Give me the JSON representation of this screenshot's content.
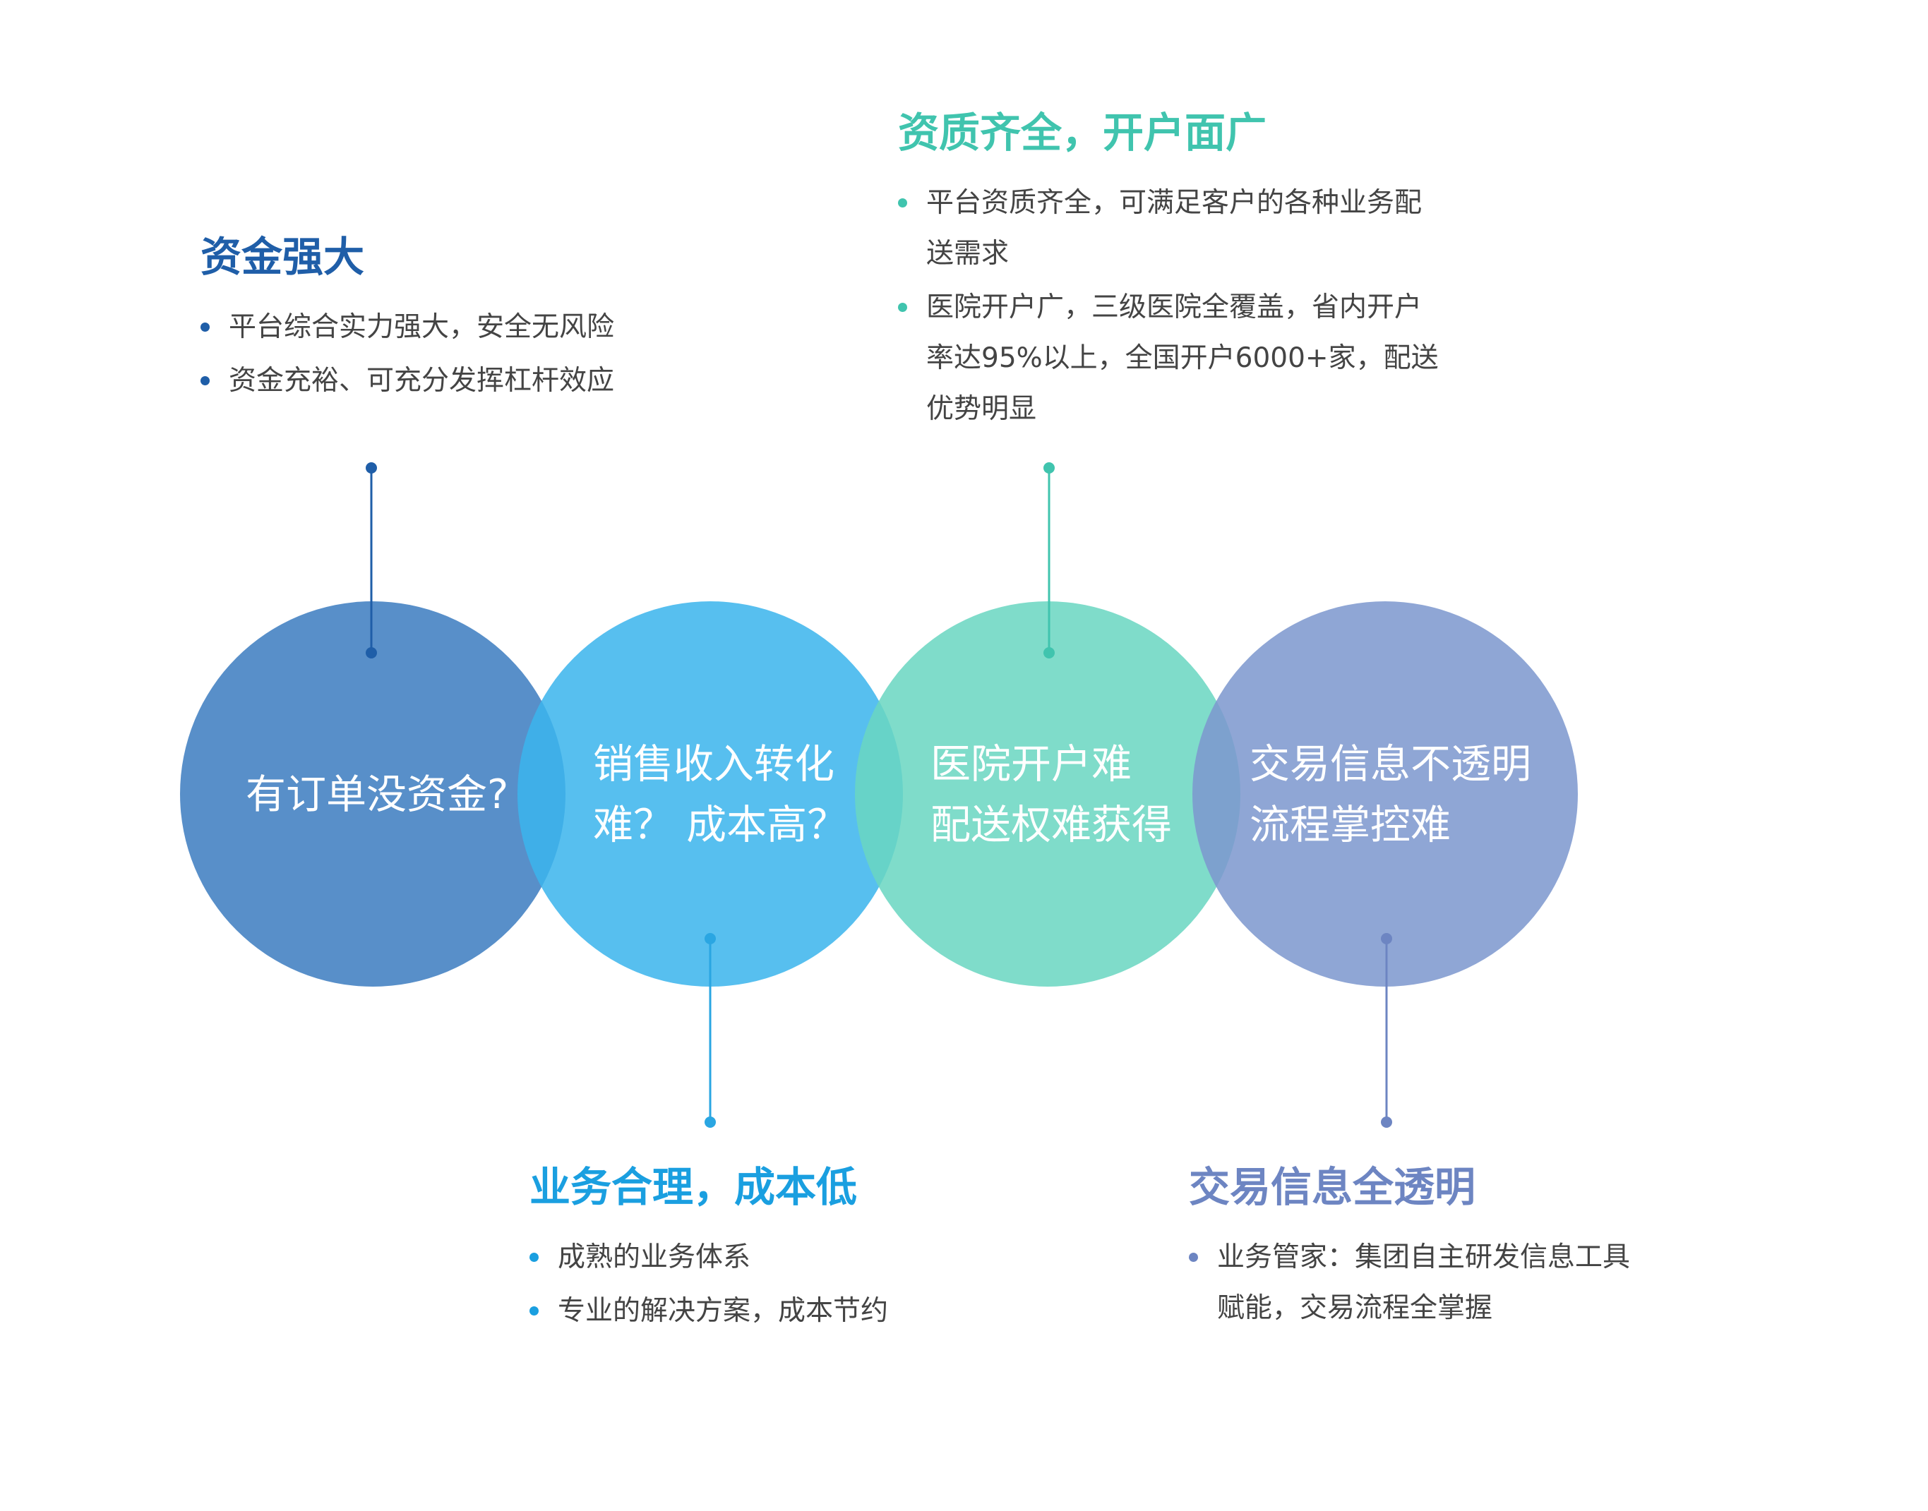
{
  "colors": {
    "dark_blue": "#1f5ea8",
    "sky_blue": "#2aa6e2",
    "teal": "#40c4ae",
    "slate_blue": "#6d85c2"
  },
  "circles": [
    {
      "lines": [
        "有订单没资金?"
      ],
      "color": "#3c7dc0"
    },
    {
      "lines": [
        "销售收入转化",
        "难？ 成本高？"
      ],
      "color": "#3bb4ec"
    },
    {
      "lines": [
        "医院开户难",
        "配送权难获得"
      ],
      "color": "#6ad6c1"
    },
    {
      "lines": [
        "交易信息不透明",
        "流程掌控难"
      ],
      "color": "#7d97ce"
    }
  ],
  "blocks": [
    {
      "title": "资金强大",
      "color": "#1f5ea8",
      "items": [
        "平台综合实力强大，安全无风险",
        "资金充裕、可充分发挥杠杆效应"
      ]
    },
    {
      "title": "资质齐全，开户面广",
      "color": "#40c4ae",
      "items": [
        "平台资质齐全，可满足客户的各种业务配送需求",
        "医院开户广，三级医院全覆盖，省内开户率达95%以上，全国开户6000+家，配送优势明显"
      ]
    },
    {
      "title": "业务合理，成本低",
      "color": "#1a9fe0",
      "items": [
        "成熟的业务体系",
        "专业的解决方案，成本节约"
      ]
    },
    {
      "title": "交易信息全透明",
      "color": "#6d85c2",
      "items": [
        "业务管家：集团自主研发信息工具赋能，交易流程全掌握"
      ]
    }
  ]
}
